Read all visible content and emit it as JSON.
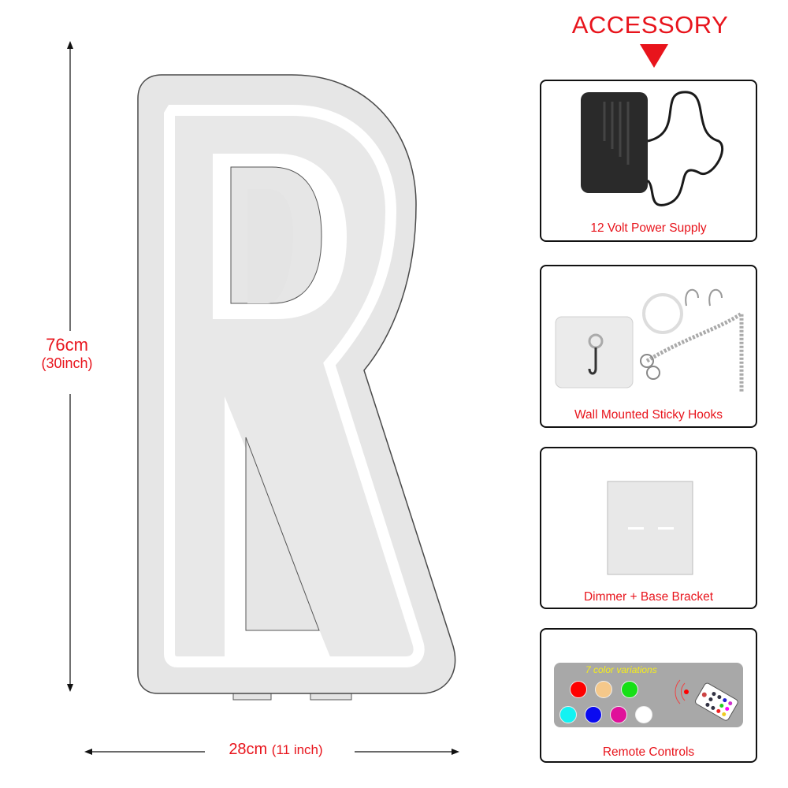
{
  "dimensions": {
    "height_cm": "76cm",
    "height_in": "(30inch)",
    "width_cm": "28cm",
    "width_in": "(11 inch)"
  },
  "product": {
    "letter": "R"
  },
  "accessory": {
    "title": "ACCESSORY",
    "items": [
      {
        "label": "12 Volt Power Supply",
        "icon": "power-adapter"
      },
      {
        "label": "Wall Mounted Sticky Hooks",
        "icon": "hooks-chain"
      },
      {
        "label": "Dimmer + Base Bracket",
        "icon": "base-bracket"
      },
      {
        "label": "Remote Controls",
        "icon": "remote-control"
      }
    ],
    "remote": {
      "caption": "7 color variations",
      "colors": [
        "#ff0000",
        "#f5c88a",
        "#16e016",
        "#13f2f2",
        "#0a0af0",
        "#e0119a",
        "#ffffff"
      ]
    }
  },
  "colors": {
    "accent": "#e8141c",
    "panel": "#e6e6e6"
  }
}
